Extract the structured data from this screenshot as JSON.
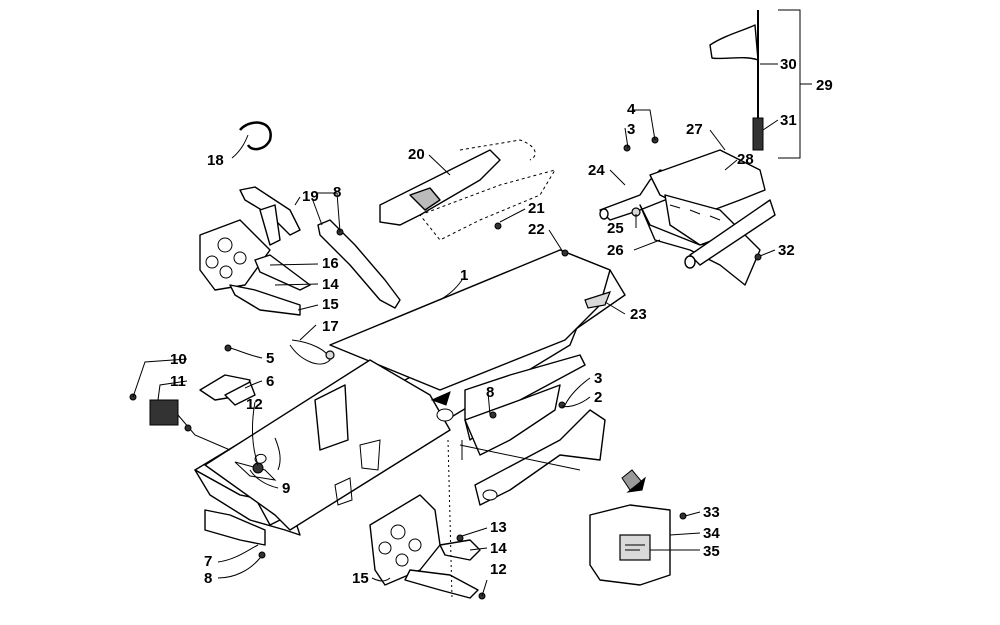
{
  "callouts": [
    {
      "id": "c1",
      "text": "1"
    },
    {
      "id": "c2",
      "text": "2"
    },
    {
      "id": "c3a",
      "text": "3"
    },
    {
      "id": "c3b",
      "text": "3"
    },
    {
      "id": "c4",
      "text": "4"
    },
    {
      "id": "c5",
      "text": "5"
    },
    {
      "id": "c6",
      "text": "6"
    },
    {
      "id": "c7",
      "text": "7"
    },
    {
      "id": "c8a",
      "text": "8"
    },
    {
      "id": "c8b",
      "text": "8"
    },
    {
      "id": "c8c",
      "text": "8"
    },
    {
      "id": "c9",
      "text": "9"
    },
    {
      "id": "c10",
      "text": "10"
    },
    {
      "id": "c11",
      "text": "11"
    },
    {
      "id": "c12a",
      "text": "12"
    },
    {
      "id": "c12b",
      "text": "12"
    },
    {
      "id": "c13",
      "text": "13"
    },
    {
      "id": "c14a",
      "text": "14"
    },
    {
      "id": "c14b",
      "text": "14"
    },
    {
      "id": "c15a",
      "text": "15"
    },
    {
      "id": "c15b",
      "text": "15"
    },
    {
      "id": "c16",
      "text": "16"
    },
    {
      "id": "c17",
      "text": "17"
    },
    {
      "id": "c18",
      "text": "18"
    },
    {
      "id": "c19",
      "text": "19"
    },
    {
      "id": "c20",
      "text": "20"
    },
    {
      "id": "c21",
      "text": "21"
    },
    {
      "id": "c22",
      "text": "22"
    },
    {
      "id": "c23",
      "text": "23"
    },
    {
      "id": "c24",
      "text": "24"
    },
    {
      "id": "c25",
      "text": "25"
    },
    {
      "id": "c26",
      "text": "26"
    },
    {
      "id": "c27",
      "text": "27"
    },
    {
      "id": "c28",
      "text": "28"
    },
    {
      "id": "c29",
      "text": "29"
    },
    {
      "id": "c30",
      "text": "30"
    },
    {
      "id": "c31",
      "text": "31"
    },
    {
      "id": "c32",
      "text": "32"
    },
    {
      "id": "c33",
      "text": "33"
    },
    {
      "id": "c34",
      "text": "34"
    },
    {
      "id": "c35",
      "text": "35"
    }
  ]
}
